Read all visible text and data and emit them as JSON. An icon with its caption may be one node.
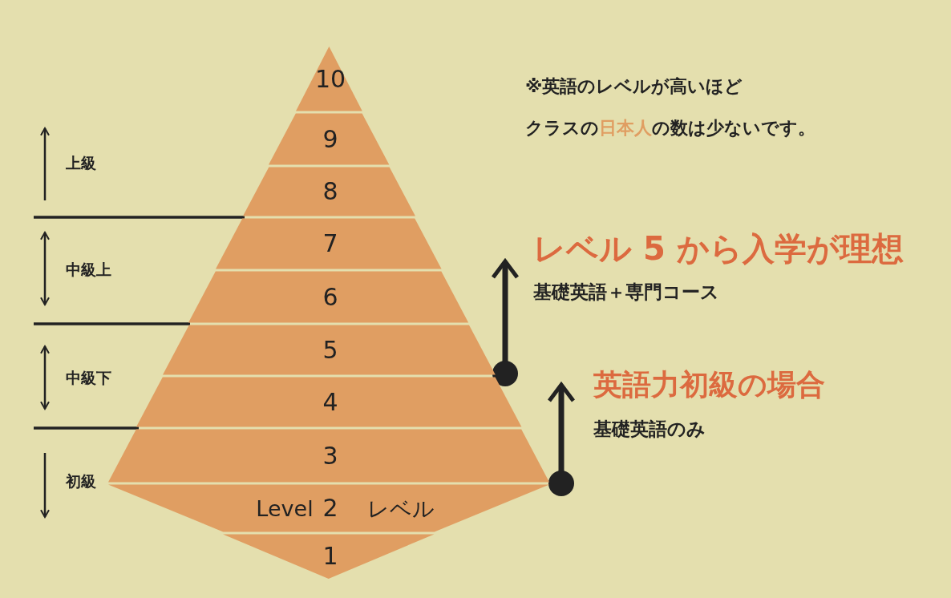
{
  "diagram": {
    "nodes": [
      {
        "text": [
          "10"
        ]
      },
      {
        "text": [
          "9"
        ]
      },
      {
        "text": [
          "8"
        ]
      },
      {
        "text": [
          "7"
        ]
      },
      {
        "text": [
          "6"
        ]
      },
      {
        "text": [
          "5"
        ]
      },
      {
        "text": [
          "4"
        ]
      },
      {
        "text": [
          "3"
        ]
      },
      {
        "text": [
          "Level",
          "2",
          "レベル"
        ]
      },
      {
        "text": [
          "1"
        ]
      }
    ],
    "labels": [
      "※英語のレベルが高いほど",
      "クラスの**日本人**の数は少ないです。",
      "上級",
      "中級上",
      "レベル 5 から入学が理想",
      "基礎英語＋専門コース",
      "中級下",
      "英語力初級の場合",
      "基礎英語のみ",
      "初級"
    ]
  }
}
